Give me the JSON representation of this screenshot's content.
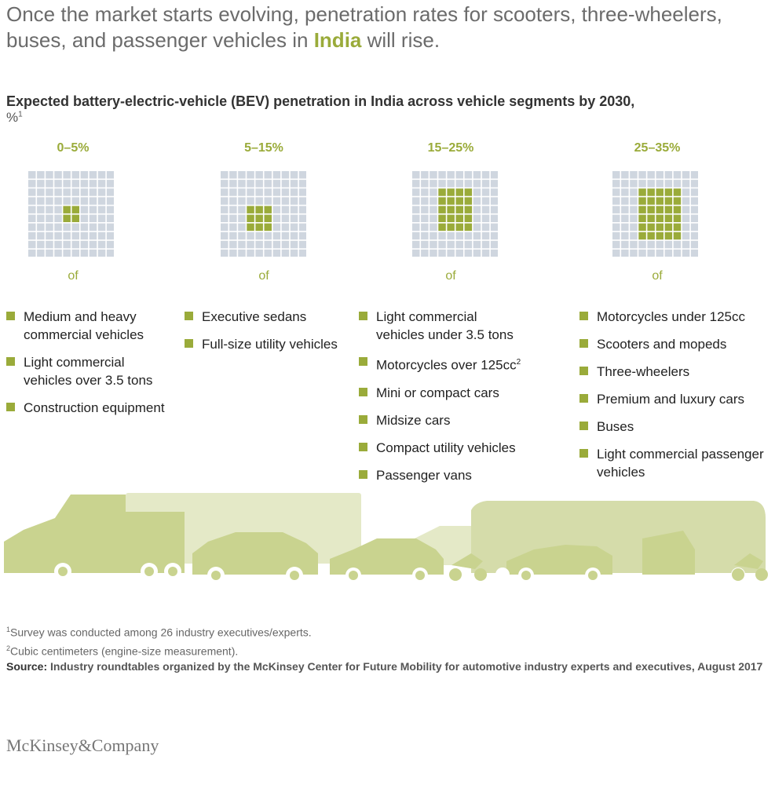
{
  "headline": {
    "before": "Once the market starts evolving, penetration rates for scooters, three-wheelers, buses, and passenger vehicles in ",
    "highlight": "India",
    "after": " will rise."
  },
  "subtitle": "Expected battery-electric-vehicle (BEV) penetration in India across vehicle segments by 2030,",
  "unit": "%",
  "unit_footnote": "1",
  "colors": {
    "accent": "#9aab3a",
    "grid": "#cfd6df",
    "vehicle": "#c9d38f"
  },
  "chart_data": {
    "type": "waffle",
    "title": "Expected battery-electric-vehicle (BEV) penetration in India across vehicle segments by 2030, %",
    "grid_size": 10,
    "categories": [
      {
        "label": "0–5%",
        "range": [
          0,
          5
        ],
        "filled_cells": 4,
        "of_label": "of",
        "segments": [
          {
            "text": "Medium and heavy commercial vehicles"
          },
          {
            "text": "Light commercial vehicles over 3.5 tons"
          },
          {
            "text": "Construction equipment"
          }
        ]
      },
      {
        "label": "5–15%",
        "range": [
          5,
          15
        ],
        "filled_cells": 9,
        "of_label": "of",
        "segments": [
          {
            "text": "Executive sedans"
          },
          {
            "text": "Full-size utility vehicles"
          }
        ]
      },
      {
        "label": "15–25%",
        "range": [
          15,
          25
        ],
        "filled_cells": 20,
        "of_label": "of",
        "segments": [
          {
            "text": "Light commercial vehicles under 3.5 tons"
          },
          {
            "text": "Motorcycles over 125cc",
            "sup": "2"
          },
          {
            "text": "Mini or compact cars"
          },
          {
            "text": "Midsize cars"
          },
          {
            "text": "Compact utility vehicles"
          },
          {
            "text": "Passenger vans"
          }
        ]
      },
      {
        "label": "25–35%",
        "range": [
          25,
          35
        ],
        "filled_cells": 30,
        "of_label": "of",
        "segments": [
          {
            "text": "Motorcycles under 125cc"
          },
          {
            "text": "Scooters and mopeds"
          },
          {
            "text": "Three-wheelers"
          },
          {
            "text": "Premium and luxury cars"
          },
          {
            "text": "Buses"
          },
          {
            "text": "Light commercial passenger vehicles"
          }
        ]
      }
    ]
  },
  "footnotes": [
    {
      "num": "1",
      "text": "Survey was conducted among 26 industry executives/experts."
    },
    {
      "num": "2",
      "text": "Cubic centimeters (engine-size measurement)."
    }
  ],
  "source": {
    "label": "Source:",
    "text": " Industry roundtables organized by the McKinsey Center for Future Mobility for automotive industry experts and executives, August 2017"
  },
  "logo": "McKinsey&Company"
}
